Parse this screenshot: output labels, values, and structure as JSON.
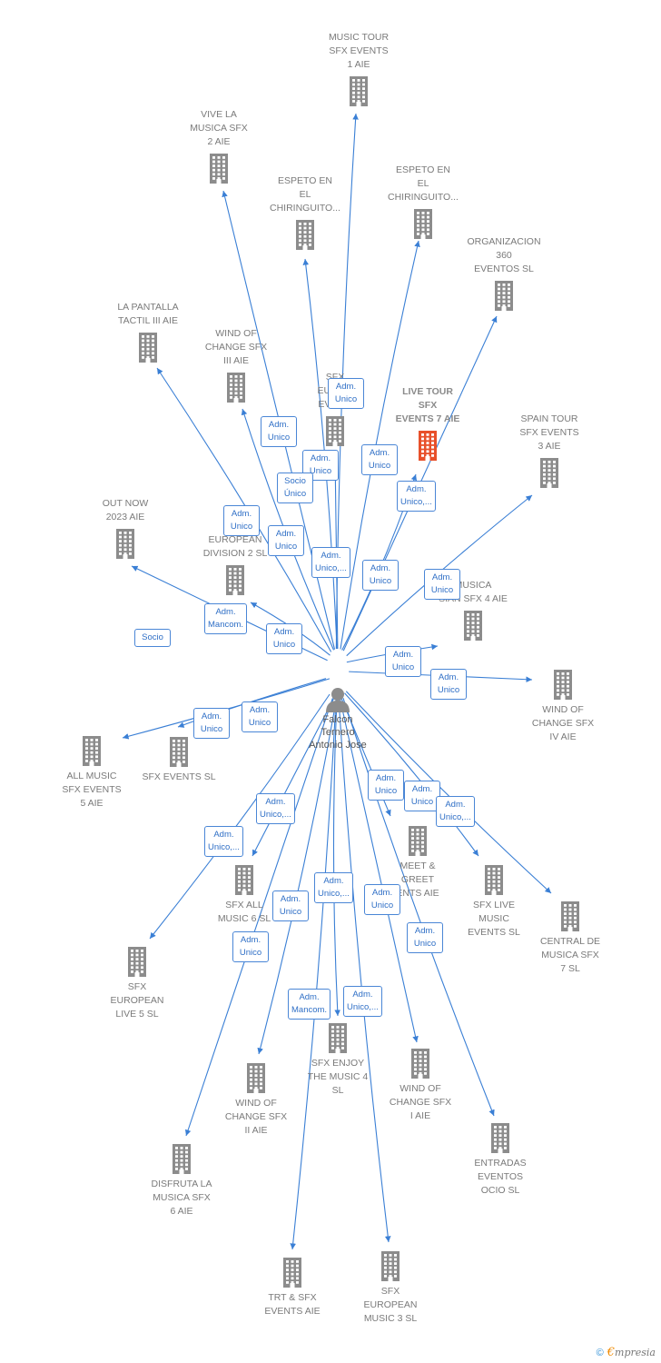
{
  "center": {
    "lines": [
      "Falcon",
      "Ternero",
      "Antonio Jose"
    ]
  },
  "colors": {
    "edge": "#3a7fd5",
    "building": "#8c8c8c",
    "highlight": "#e8502a"
  },
  "nodes": [
    {
      "id": "music_tour_1",
      "lines": [
        "MUSIC TOUR",
        "SFX EVENTS",
        "1  AIE"
      ]
    },
    {
      "id": "vive_la_musica_2",
      "lines": [
        "VIVE LA",
        "MUSICA SFX",
        "2  AIE"
      ]
    },
    {
      "id": "espeto_1",
      "lines": [
        "ESPETO EN",
        "EL",
        "CHIRINGUITO..."
      ]
    },
    {
      "id": "espeto_2",
      "lines": [
        "ESPETO EN",
        "EL",
        "CHIRINGUITO..."
      ]
    },
    {
      "id": "organizacion_360",
      "lines": [
        "ORGANIZACION",
        "360",
        "EVENTOS  SL"
      ]
    },
    {
      "id": "la_pantalla",
      "lines": [
        "LA PANTALLA",
        "TACTIL III  AIE"
      ]
    },
    {
      "id": "wind_iii",
      "lines": [
        "WIND OF",
        "CHANGE SFX",
        "III AIE"
      ]
    },
    {
      "id": "sfx_euro_events",
      "lines": [
        "SFX",
        "EURO...",
        "EVEN..."
      ]
    },
    {
      "id": "live_tour_7",
      "lines": [
        "LIVE TOUR",
        "SFX",
        "EVENTS 7  AIE"
      ],
      "highlight": true
    },
    {
      "id": "spain_tour_3",
      "lines": [
        "SPAIN TOUR",
        "SFX EVENTS",
        "3  AIE"
      ]
    },
    {
      "id": "out_now_2023",
      "lines": [
        "OUT NOW",
        "2023  AIE"
      ]
    },
    {
      "id": "european_division_2",
      "lines": [
        "EUROPEAN",
        "DIVISION 2  SL"
      ]
    },
    {
      "id": "musica_sfx_4",
      "lines": [
        "MUSICA",
        "SIAN SFX 4  AIE"
      ]
    },
    {
      "id": "wind_iv",
      "lines": [
        "WIND OF",
        "CHANGE SFX",
        "IV AIE"
      ]
    },
    {
      "id": "all_music_5",
      "lines": [
        "ALL MUSIC",
        "SFX EVENTS",
        "5  AIE"
      ]
    },
    {
      "id": "sfx_events_sl",
      "lines": [
        "SFX EVENTS  SL"
      ]
    },
    {
      "id": "meet_greet",
      "lines": [
        "MEET &",
        "GREET",
        "ENTS AIE"
      ]
    },
    {
      "id": "sfx_live_music",
      "lines": [
        "SFX LIVE",
        "MUSIC",
        "EVENTS  SL"
      ]
    },
    {
      "id": "central_musica_7",
      "lines": [
        "CENTRAL DE",
        "MUSICA SFX",
        "7  SL"
      ]
    },
    {
      "id": "sfx_all_music_6",
      "lines": [
        "SFX ALL",
        "MUSIC 6  SL"
      ]
    },
    {
      "id": "sfx_european_live_5",
      "lines": [
        "SFX",
        "EUROPEAN",
        "LIVE 5  SL"
      ]
    },
    {
      "id": "sfx_enjoy_4",
      "lines": [
        "SFX ENJOY",
        "THE MUSIC 4",
        "SL"
      ]
    },
    {
      "id": "wind_i",
      "lines": [
        "WIND OF",
        "CHANGE SFX",
        "I AIE"
      ]
    },
    {
      "id": "wind_ii",
      "lines": [
        "WIND OF",
        "CHANGE SFX",
        "II AIE"
      ]
    },
    {
      "id": "entradas_ocio",
      "lines": [
        "ENTRADAS",
        "EVENTOS",
        "OCIO  SL"
      ]
    },
    {
      "id": "disfruta_6",
      "lines": [
        "DISFRUTA LA",
        "MUSICA SFX",
        "6  AIE"
      ]
    },
    {
      "id": "trt_sfx",
      "lines": [
        "TRT & SFX",
        "EVENTS AIE"
      ]
    },
    {
      "id": "sfx_european_music_3",
      "lines": [
        "SFX",
        "EUROPEAN",
        "MUSIC 3  SL"
      ]
    }
  ],
  "badges": [
    {
      "lines": [
        "Adm.",
        "Unico"
      ]
    },
    {
      "lines": [
        "Adm.",
        "Unico"
      ]
    },
    {
      "lines": [
        "Adm.",
        "Unico"
      ]
    },
    {
      "lines": [
        "Adm.",
        "Unico"
      ]
    },
    {
      "lines": [
        "Socio",
        "Único"
      ]
    },
    {
      "lines": [
        "Adm.",
        "Unico,..."
      ]
    },
    {
      "lines": [
        "Adm.",
        "Unico"
      ]
    },
    {
      "lines": [
        "Adm.",
        "Unico"
      ]
    },
    {
      "lines": [
        "Adm.",
        "Unico,..."
      ]
    },
    {
      "lines": [
        "Adm.",
        "Unico"
      ]
    },
    {
      "lines": [
        "Adm.",
        "Unico"
      ]
    },
    {
      "lines": [
        "Adm.",
        "Mancom."
      ]
    },
    {
      "lines": [
        "Adm.",
        "Unico"
      ]
    },
    {
      "lines": [
        "Socio"
      ]
    },
    {
      "lines": [
        "Adm.",
        "Unico"
      ]
    },
    {
      "lines": [
        "Adm.",
        "Unico"
      ]
    },
    {
      "lines": [
        "Adm.",
        "Unico"
      ]
    },
    {
      "lines": [
        "Adm.",
        "Unico"
      ]
    },
    {
      "lines": [
        "Adm.",
        "Unico"
      ]
    },
    {
      "lines": [
        "Adm.",
        "Unico"
      ]
    },
    {
      "lines": [
        "Adm.",
        "Unico,..."
      ]
    },
    {
      "lines": [
        "Adm.",
        "Unico,..."
      ]
    },
    {
      "lines": [
        "Adm.",
        "Unico,..."
      ]
    },
    {
      "lines": [
        "Adm.",
        "Unico,..."
      ]
    },
    {
      "lines": [
        "Adm.",
        "Unico"
      ]
    },
    {
      "lines": [
        "Adm.",
        "Unico"
      ]
    },
    {
      "lines": [
        "Adm.",
        "Unico"
      ]
    },
    {
      "lines": [
        "Adm.",
        "Unico"
      ]
    },
    {
      "lines": [
        "Adm.",
        "Mancom."
      ]
    },
    {
      "lines": [
        "Adm.",
        "Unico,..."
      ]
    }
  ],
  "footer": {
    "copyright": "©",
    "brand_initial": "€",
    "brand_rest": "mpresia"
  }
}
